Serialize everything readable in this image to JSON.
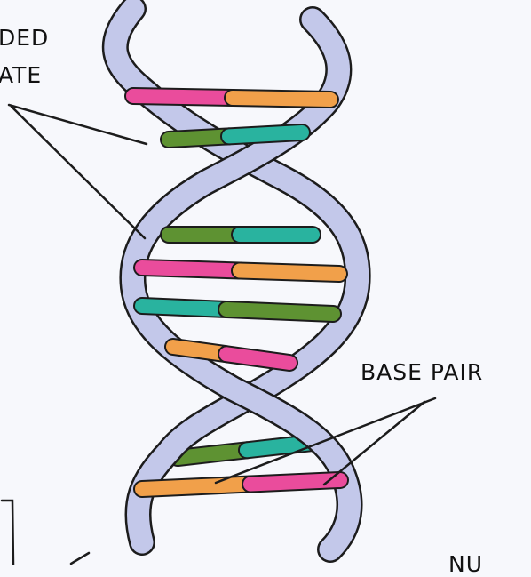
{
  "labels": {
    "top_left_line1": "DED",
    "top_left_line2": "ATE",
    "base_pair": "BASE PAIR",
    "bottom_right": "NU"
  },
  "colors": {
    "background": "#f7f8fc",
    "backbone_fill": "#c3c8ea",
    "outline": "#1c1c1c",
    "pink": "#ea4c9c",
    "orange": "#f1a04a",
    "green": "#5e9232",
    "teal": "#29b39f"
  },
  "rungs": [
    {
      "left": "pink",
      "right": "orange"
    },
    {
      "left": "green",
      "right": "teal"
    },
    {
      "left": "green",
      "right": "teal"
    },
    {
      "left": "pink",
      "right": "orange"
    },
    {
      "left": "teal",
      "right": "green"
    },
    {
      "left": "orange",
      "right": "pink"
    },
    {
      "left": "green",
      "right": "teal"
    },
    {
      "left": "orange",
      "right": "pink"
    }
  ]
}
